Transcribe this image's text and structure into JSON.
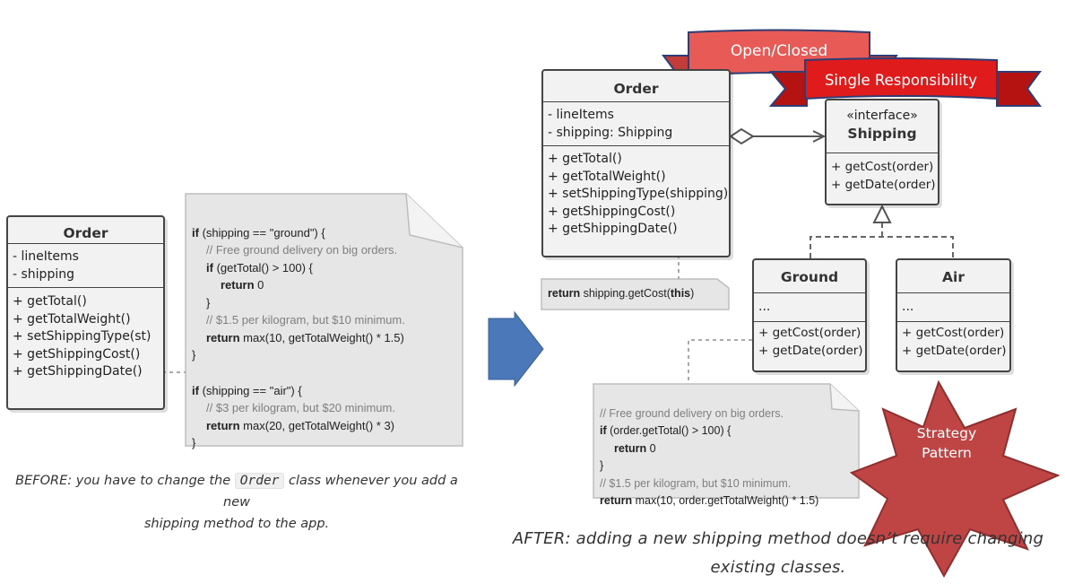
{
  "before": {
    "order_class": {
      "name": "Order",
      "fields": [
        "- lineItems",
        "- shipping"
      ],
      "methods": [
        "+ getTotal()",
        "+ getTotalWeight()",
        "+ setShippingType(st)",
        "+ getShippingCost()",
        "+ getShippingDate()"
      ]
    },
    "note": {
      "l1a": "if",
      "l1b": " (shipping == \"ground\") {",
      "l2": "// Free ground delivery on big orders.",
      "l3a": "if",
      "l3b": " (getTotal() > 100) {",
      "l4a": "return",
      "l4b": " 0",
      "l5": "}",
      "l6": "// $1.5 per kilogram, but $10 minimum.",
      "l7a": "return",
      "l7b": " max(10, getTotalWeight() * 1.5)",
      "l8": "}",
      "l9a": "if",
      "l9b": " (shipping == \"air\") {",
      "l10": "// $3 per kilogram, but $20 minimum.",
      "l11a": "return",
      "l11b": " max(20, getTotalWeight() * 3)",
      "l12": "}"
    },
    "caption": {
      "pre": "BEFORE: you have to change the ",
      "code": "Order",
      "post": " class whenever you add a new",
      "line2": "shipping method to the app."
    }
  },
  "after": {
    "order_class": {
      "name": "Order",
      "fields": [
        "- lineItems",
        "- shipping: Shipping"
      ],
      "methods": [
        "+ getTotal()",
        "+ getTotalWeight()",
        "+ setShippingType(shipping)",
        "+ getShippingCost()",
        "+ getShippingDate()"
      ]
    },
    "order_note": {
      "kw1": "return",
      "mid": " shipping.getCost(",
      "kw2": "this",
      "end": ")"
    },
    "shipping_interface": {
      "stereotype": "«interface»",
      "name": "Shipping",
      "methods": [
        "+ getCost(order)",
        "+ getDate(order)"
      ]
    },
    "ground_class": {
      "name": "Ground",
      "fields": "...",
      "methods": [
        "+ getCost(order)",
        "+ getDate(order)"
      ]
    },
    "air_class": {
      "name": "Air",
      "fields": "...",
      "methods": [
        "+ getCost(order)",
        "+ getDate(order)"
      ]
    },
    "ground_note": {
      "l1": "// Free ground delivery on big orders.",
      "l2a": "if",
      "l2b": " (order.getTotal() > 100) {",
      "l3a": "return",
      "l3b": " 0",
      "l4": "}",
      "l5": "// $1.5 per kilogram, but $10 minimum.",
      "l6a": "return",
      "l6b": " max(10, order.getTotalWeight() * 1.5)"
    },
    "ribbons": {
      "open_closed": "Open/Closed",
      "single_responsibility": "Single Responsibility"
    },
    "burst": {
      "line1": "Strategy",
      "line2": "Pattern"
    },
    "caption": {
      "line1": "AFTER: adding a new shipping method doesn’t require changing",
      "line2": "existing classes."
    }
  },
  "colors": {
    "box_fill": "#f2f2f2",
    "note_fill": "#e6e6e6",
    "arrow_blue": "#4a78b8",
    "ribbon_back": "#e85a56",
    "ribbon_front": "#e01b1b",
    "burst": "#bf4444"
  }
}
